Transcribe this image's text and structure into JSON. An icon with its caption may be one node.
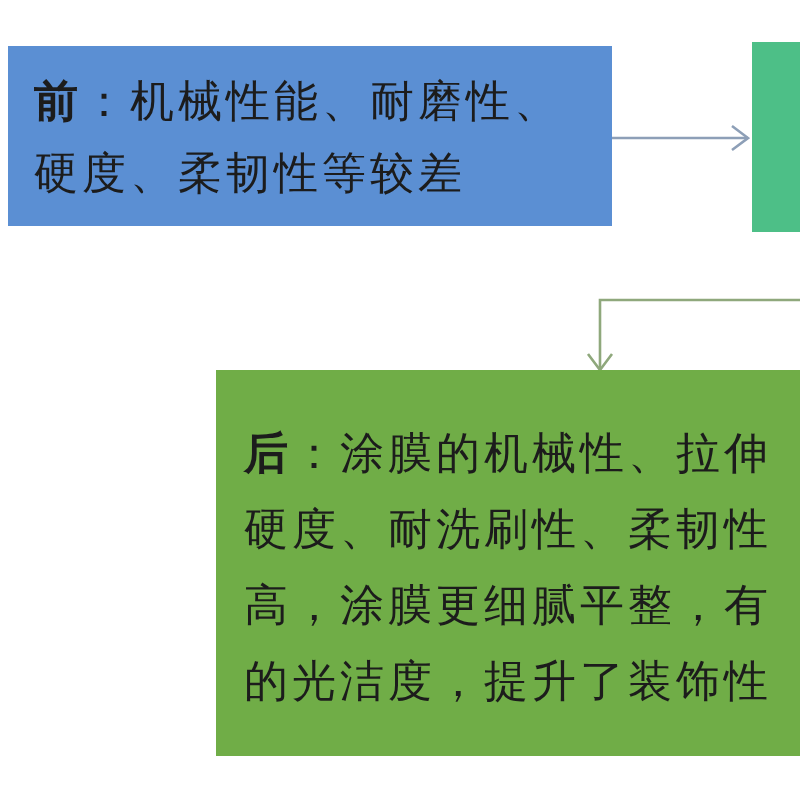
{
  "diagram": {
    "nodes": [
      {
        "text": [
          "**前**：机械性能、耐磨性、硬度、柔韧性等较差"
        ]
      },
      {
        "text": [],
        "shape": "box"
      },
      {
        "text": [
          "**后**：涂膜的机械性、拉伸硬度、耐洗刷性、柔韧性高，涂膜更细腻平整，有的光洁度，提升了装饰性"
        ]
      }
    ],
    "edges": [
      {
        "from": 0,
        "to": 1,
        "arrow": "to",
        "color": "#8d9fb7"
      },
      {
        "from": null,
        "to": 2,
        "arrow": "to",
        "color": "#8fa87c"
      }
    ]
  }
}
